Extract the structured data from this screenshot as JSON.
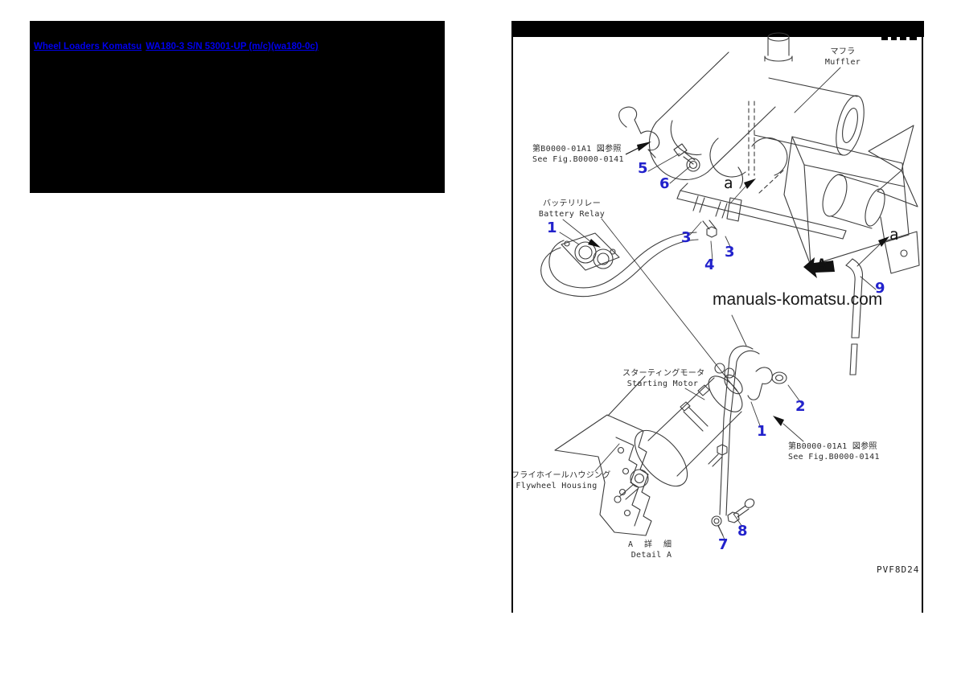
{
  "header": {
    "links": [
      {
        "label": "Wheel Loaders Komatsu"
      },
      {
        "label": "WA180-3 S/N 53001-UP (m/c)(wa180-0c)"
      }
    ]
  },
  "diagram": {
    "watermark": "manuals-komatsu.com",
    "drawing_code": "PVF8D24",
    "labels": {
      "muffler_jp": "マフラ",
      "muffler_en": "Muffler",
      "see_fig_top_jp": "第B0000-01A1 図参照",
      "see_fig_top_en": "See Fig.B0000-0141",
      "battery_relay_jp": "バッテリリレー",
      "battery_relay_en": "Battery Relay",
      "starting_motor_jp": "スターティングモータ",
      "starting_motor_en": "Starting Motor",
      "see_fig_bottom_jp": "第B0000-01A1 図参照",
      "see_fig_bottom_en": "See Fig.B0000-0141",
      "flywheel_housing_jp": "フライホイールハウジング",
      "flywheel_housing_en": "Flywheel Housing",
      "detail_a_jp": "A 詳 細",
      "detail_a_en": "Detail A"
    },
    "view_arrow_label": "A",
    "section_labels": {
      "top": "a",
      "right": "a"
    },
    "callouts": {
      "battery_relay": "1",
      "clip": "5",
      "nut": "6",
      "clamp_a": "3",
      "bolt_mid": "4",
      "clamp_b": "3",
      "tube": "9",
      "starter": "1",
      "bracket": "2",
      "fitting": "7",
      "bolt_low": "8"
    },
    "colors": {
      "callout": "#2222cc",
      "link": "#0000ee",
      "line_art": "#3c3c3c"
    }
  }
}
